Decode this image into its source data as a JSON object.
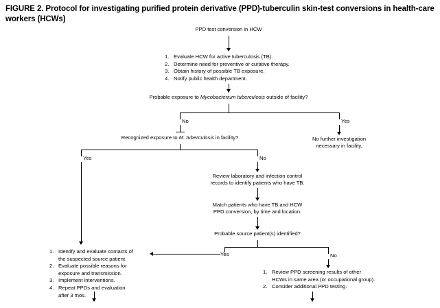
{
  "figure": {
    "title": "FIGURE 2. Protocol for investigating purified protein derivative (PPD)-tuberculin skin-test conversions in health-care workers (HCWs)"
  },
  "flow": {
    "start": {
      "label": "PPD test conversion in HCW"
    },
    "initial_steps": {
      "items": [
        {
          "num": "1.",
          "text": "Evaluate HCW for active tuberculosis (TB)."
        },
        {
          "num": "2.",
          "text": "Determine need for preventive or curative therapy."
        },
        {
          "num": "3.",
          "text": "Obtain history of possible TB exposure."
        },
        {
          "num": "4.",
          "text": "Notify public health department."
        }
      ]
    },
    "decision_outside": {
      "prefix": "Probable exposure to ",
      "italic": "Mycobacterium tuberculosis",
      "suffix": " outside of facility?",
      "branch_no": "No",
      "branch_yes": "Yes"
    },
    "no_further": {
      "line1": "No further investigation",
      "line2": "necessary in facility."
    },
    "decision_facility": {
      "prefix": "Recognized exposure to ",
      "italic": "M. tuberculosis",
      "suffix": " in facility?",
      "branch_yes": "Yes",
      "branch_no": "No"
    },
    "review_records": {
      "line1": "Review laboratory and infection control",
      "line2": "records to identify patients who have TB."
    },
    "match_patients": {
      "line1": "Match patients who have TB and HCW",
      "line2": "PPD conversion, by time and location."
    },
    "decision_source": {
      "text": "Probable source patient(s) identified?",
      "branch_yes": "Yes",
      "branch_no": "No"
    },
    "source_identified_actions": {
      "items": [
        {
          "num": "1.",
          "text": "Identify and evaluate contacts of",
          "cont": "the suspected source patient."
        },
        {
          "num": "2.",
          "text": "Evaluate possible reasons for",
          "cont": "exposure and transmission."
        },
        {
          "num": "3.",
          "text": "Implement interventions.",
          "cont": ""
        },
        {
          "num": "4.",
          "text": "Repeat PPDs and evaluation",
          "cont": "after 3 mos."
        }
      ]
    },
    "source_not_identified_actions": {
      "items": [
        {
          "num": "1.",
          "text": "Review PPD screening results of other",
          "cont": "HCWs in same area (or occupational group)."
        },
        {
          "num": "2.",
          "text": "Consider additional PPD testing.",
          "cont": ""
        }
      ]
    }
  },
  "colors": {
    "ink": "#000000",
    "paper": "#ffffff"
  }
}
